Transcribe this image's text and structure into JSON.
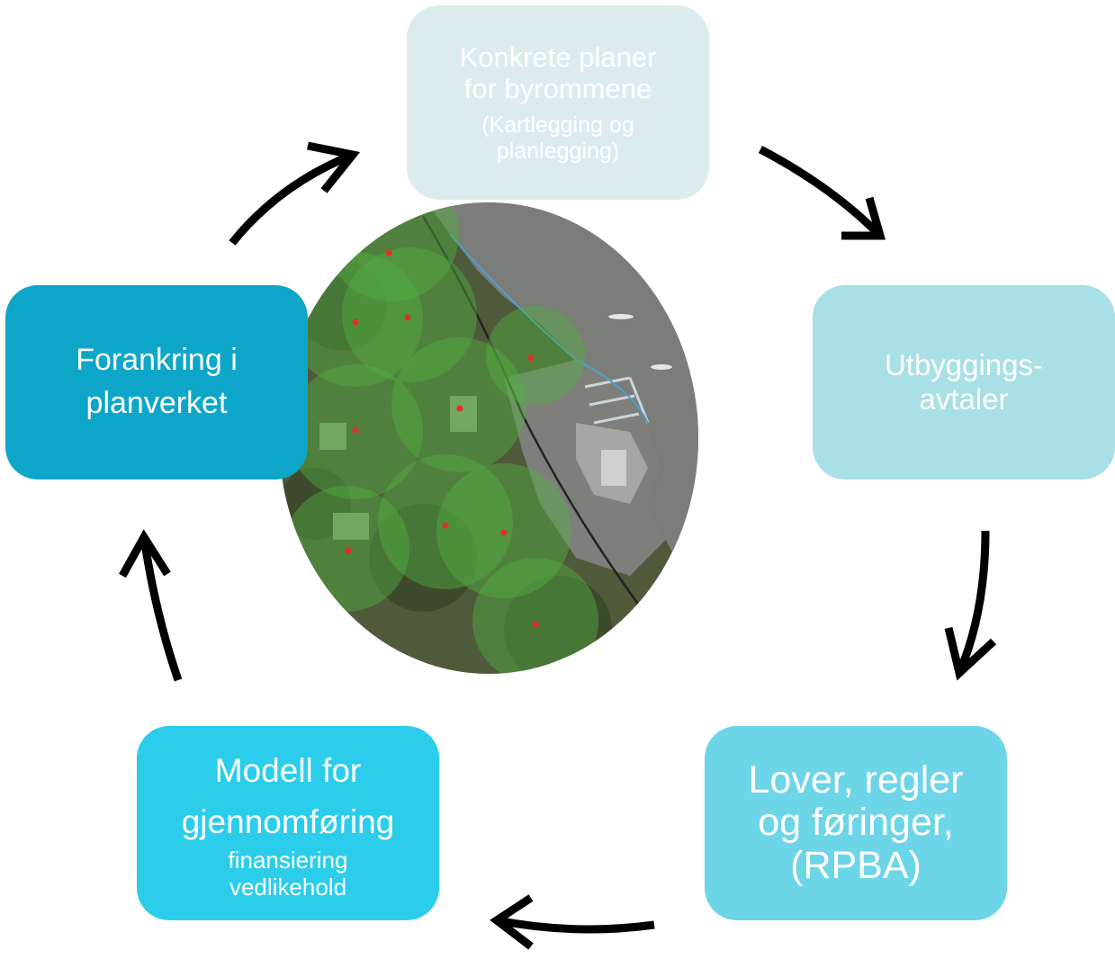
{
  "boxes": {
    "top": {
      "title_lines": [
        "Konkrete planer",
        "for byrommene"
      ],
      "subtitle_lines": [
        "(Kartlegging og",
        "planlegging)"
      ]
    },
    "left": {
      "title_lines": [
        "Forankring i",
        "planverket"
      ]
    },
    "right": {
      "title_lines": [
        "Utbyggings-",
        "avtaler"
      ]
    },
    "bottom_left": {
      "title_lines": [
        "Modell for",
        "gjennomføring"
      ],
      "subtitle_lines": [
        "finansiering",
        "vedlikehold"
      ]
    },
    "bottom_right": {
      "title_lines": [
        "Lover, regler",
        "og  føringer,",
        "(RPBA)"
      ]
    }
  },
  "colors": {
    "top_box": "#dcecee",
    "left_box": "#0ea6c8",
    "right_box": "#a9dfe6",
    "bottom_left_box": "#2bcdea",
    "bottom_right_box": "#6cd5e7",
    "arrow": "#000000",
    "water": "#7b7d78",
    "green_zone": "#52b043"
  }
}
